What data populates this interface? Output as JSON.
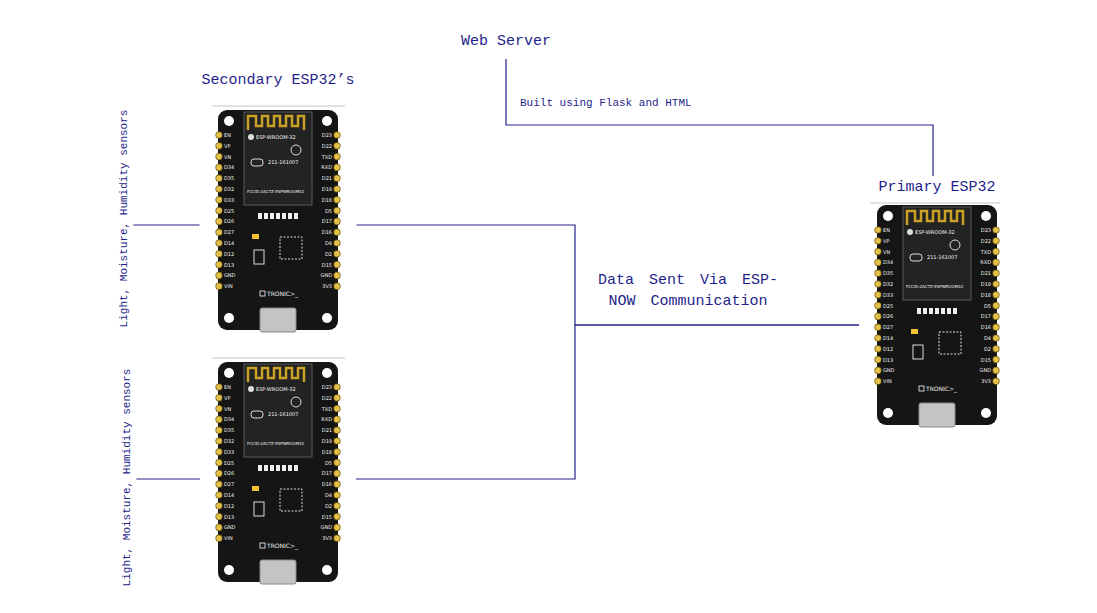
{
  "diagram": {
    "nodes": [
      {
        "text": [
          "Web Server"
        ]
      },
      {
        "text": [
          "Light, Moisture, Humidity sensors"
        ]
      },
      {
        "text": [
          "Secondary ESP32’s",
          "ESP-WROOM-32",
          "211-161007",
          "FCCID:2AC7Z-ESPWROOM32",
          "TRONIC>_"
        ]
      },
      {
        "text": [
          "Light, Moisture, Humidity sensors"
        ]
      },
      {
        "text": [
          "ESP-WROOM-32",
          "211-161007",
          "FCCID:2AC7Z-ESPWROOM32",
          "TRONIC>_"
        ]
      },
      {
        "text": [
          "Primary ESP32",
          "ESP-WROOM-32",
          "211-161007",
          "FCCID:2AC7Z-ESPWROOM32",
          "TRONIC>_"
        ]
      }
    ],
    "edges": [
      {
        "from": 0,
        "to": 5,
        "label": "Built using Flask and HTML",
        "arrow": "none"
      },
      {
        "from": 1,
        "to": 2,
        "arrow": "none"
      },
      {
        "from": 2,
        "to": 5,
        "label": "Data Sent Via ESP-NOW Communication",
        "arrow": "none"
      },
      {
        "from": 3,
        "to": 4,
        "arrow": "none"
      },
      {
        "from": 4,
        "to": 5,
        "arrow": "none"
      }
    ],
    "labels": [
      "EN",
      "VP",
      "VN",
      "D34",
      "D35",
      "D32",
      "D33",
      "D25",
      "D26",
      "D27",
      "D14",
      "D12",
      "D13",
      "GND",
      "VIN",
      "D23",
      "D22",
      "TXD",
      "RXD",
      "D21",
      "D19",
      "D18",
      "D5",
      "D17",
      "D16",
      "D4",
      "D2",
      "D15",
      "GND",
      "3V3",
      "EN",
      "VP",
      "VN",
      "D34",
      "D35",
      "D32",
      "D33",
      "D25",
      "D26",
      "D27",
      "D14",
      "D12",
      "D13",
      "GND",
      "VIN",
      "D23",
      "D22",
      "TXD",
      "RXD",
      "D21",
      "D19",
      "D18",
      "D5",
      "D17",
      "D16",
      "D4",
      "D2",
      "D15",
      "GND",
      "3V3",
      "EN",
      "VP",
      "VN",
      "D34",
      "D35",
      "D32",
      "D33",
      "D25",
      "D26",
      "D27",
      "D14",
      "D12",
      "D13",
      "GND",
      "VIN",
      "D23",
      "D22",
      "TXD",
      "RXD",
      "D21",
      "D19",
      "D18",
      "D5",
      "D17",
      "D16",
      "D4",
      "D2",
      "D15",
      "GND",
      "3V3"
    ]
  }
}
